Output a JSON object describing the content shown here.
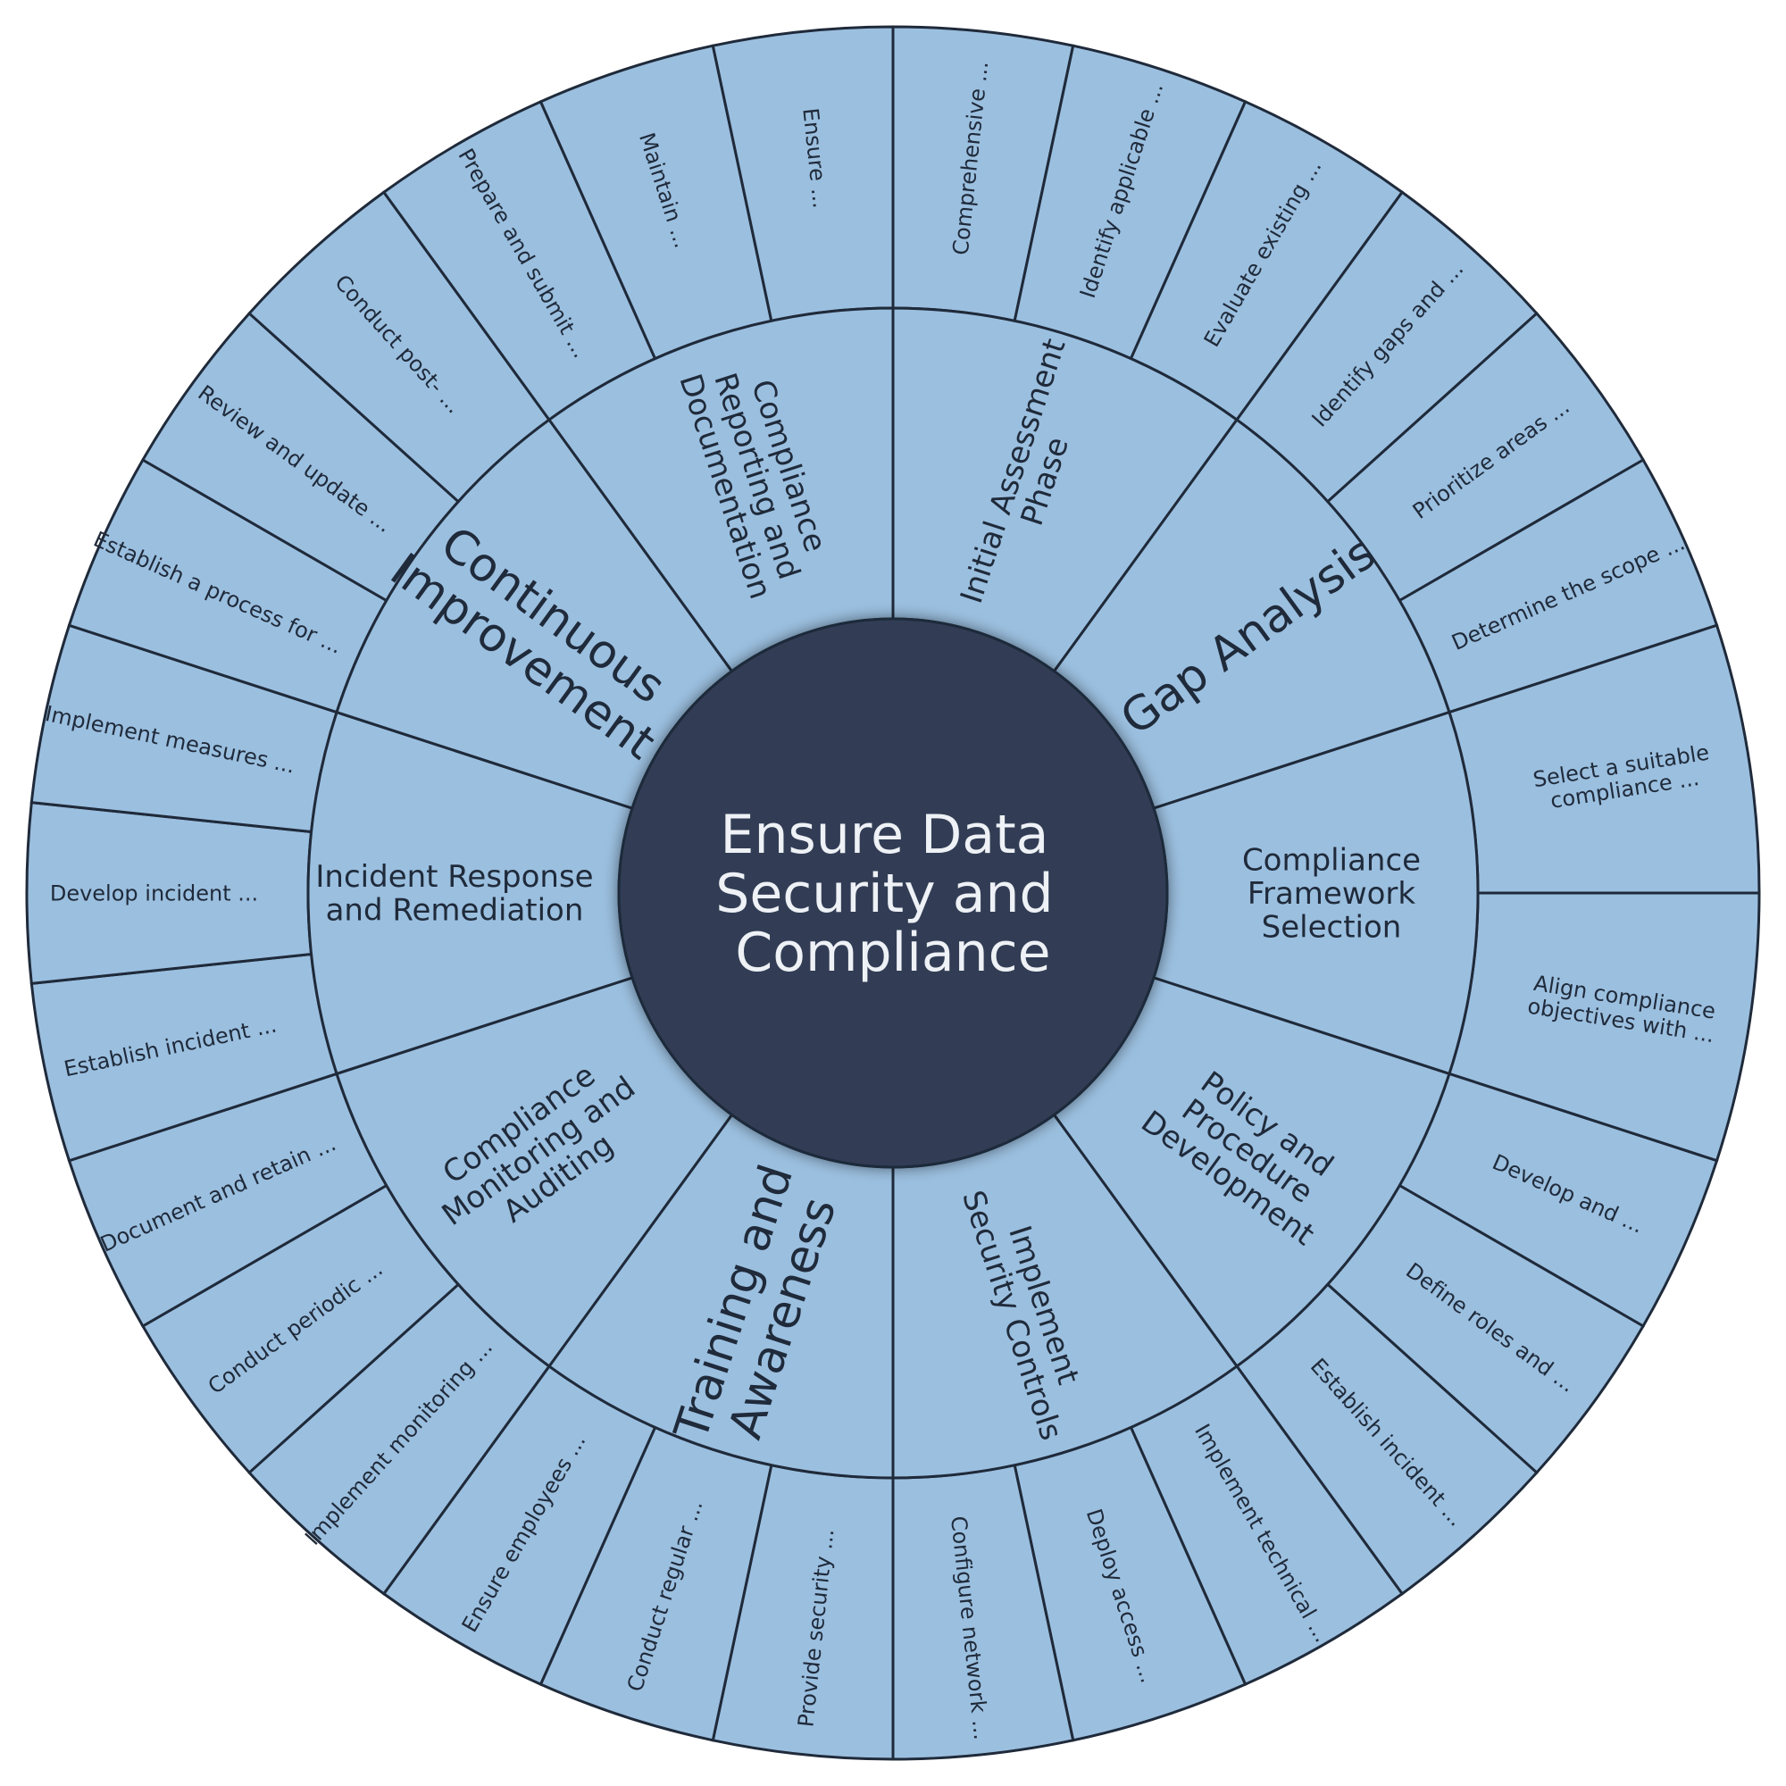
{
  "center": {
    "lines": [
      "Ensure Data",
      "Security and",
      "Compliance"
    ]
  },
  "colors": {
    "segment_fill": "#9bbfdf",
    "stroke": "#1f2a3a",
    "center_fill": "#323e54",
    "center_text": "#eef1f5",
    "text": "#1f2a3a"
  },
  "categories": [
    {
      "lines": [
        "Initial Assessment",
        "Phase"
      ],
      "children": [
        [
          "Comprehensive ..."
        ],
        [
          "Identify applicable ..."
        ],
        [
          "Evaluate existing ..."
        ]
      ]
    },
    {
      "lines": [
        "Gap Analysis"
      ],
      "children": [
        [
          "Identify gaps and ..."
        ],
        [
          "Prioritize areas ..."
        ],
        [
          "Determine the scope ..."
        ]
      ]
    },
    {
      "lines": [
        "Compliance",
        "Framework",
        "Selection"
      ],
      "children": [
        [
          "Select a suitable",
          "compliance ..."
        ],
        [
          "Align compliance",
          "objectives with ..."
        ]
      ]
    },
    {
      "lines": [
        "Policy and",
        "Procedure",
        "Development"
      ],
      "children": [
        [
          "Develop and ..."
        ],
        [
          "Define roles and ..."
        ],
        [
          "Establish incident ..."
        ]
      ]
    },
    {
      "lines": [
        "Implement",
        "Security Controls"
      ],
      "children": [
        [
          "Implement technical ..."
        ],
        [
          "Deploy access ..."
        ],
        [
          "Configure network ..."
        ]
      ]
    },
    {
      "lines": [
        "Training and",
        "Awareness"
      ],
      "children": [
        [
          "Provide security ..."
        ],
        [
          "Conduct regular ..."
        ],
        [
          "Ensure employees ..."
        ]
      ]
    },
    {
      "lines": [
        "Compliance",
        "Monitoring and",
        "Auditing"
      ],
      "children": [
        [
          "Implement monitoring ..."
        ],
        [
          "Conduct periodic ..."
        ],
        [
          "Document and retain ..."
        ]
      ]
    },
    {
      "lines": [
        "Incident Response",
        "and Remediation"
      ],
      "children": [
        [
          "Establish incident ..."
        ],
        [
          "Develop incident ..."
        ],
        [
          "Implement measures ..."
        ]
      ]
    },
    {
      "lines": [
        "Continuous",
        "Improvement"
      ],
      "children": [
        [
          "Establish a process for ..."
        ],
        [
          "Review and update ..."
        ],
        [
          "Conduct post- ..."
        ]
      ]
    },
    {
      "lines": [
        "Compliance",
        "Reporting and",
        "Documentation"
      ],
      "children": [
        [
          "Prepare and submit ..."
        ],
        [
          "Maintain ..."
        ],
        [
          "Ensure ..."
        ]
      ]
    }
  ]
}
